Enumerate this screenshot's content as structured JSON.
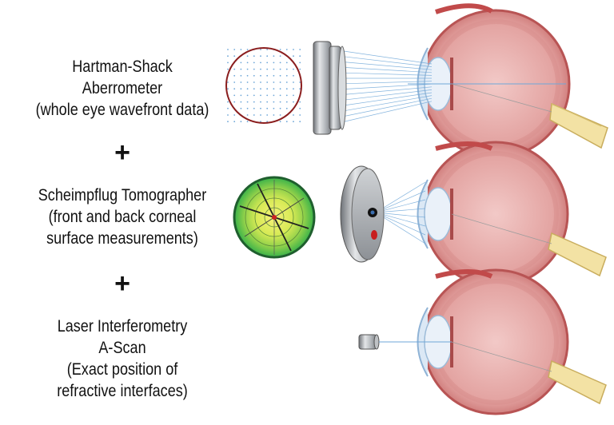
{
  "section1": {
    "lines": [
      "Hartman-Shack",
      "Aberrometer",
      "(whole eye wavefront data)"
    ]
  },
  "plus1": "+",
  "section2": {
    "lines": [
      "Scheimpflug Tomographer",
      "(front and back corneal",
      "surface measurements)"
    ]
  },
  "plus2": "+",
  "section3": {
    "lines": [
      "Laser Interferometry",
      "A-Scan",
      "(Exact position of",
      "refractive interfaces)"
    ]
  },
  "colors": {
    "eye_outer": "#c96a6a",
    "eye_inner": "#e9b7b5",
    "sclera_edge": "#b85454",
    "lens": "#d6e4f3",
    "optic_nerve": "#f3e2a4",
    "beam": "#6fa7d8",
    "device_metal": "#9a9ea3"
  }
}
